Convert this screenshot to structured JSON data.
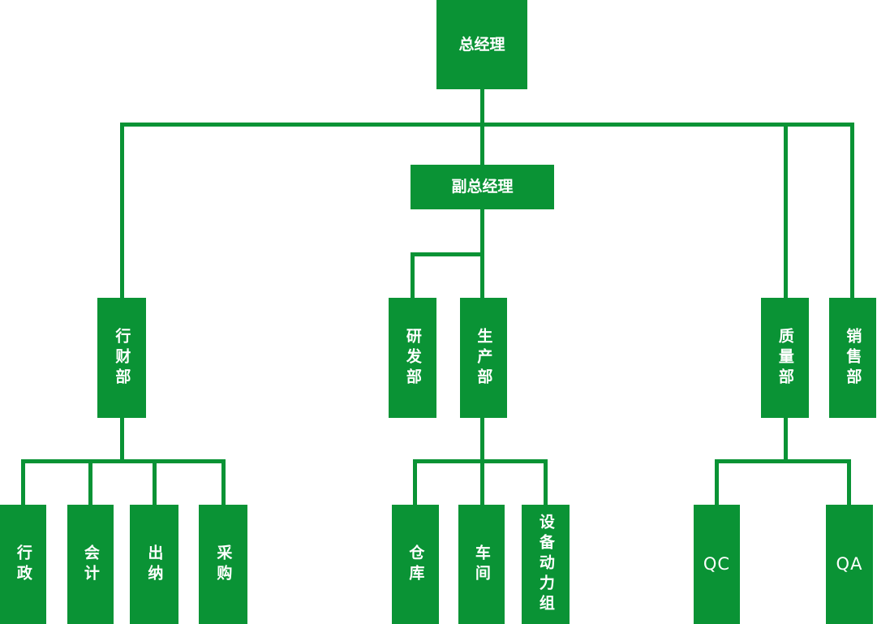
{
  "colors": {
    "node_fill": "#0a9335",
    "connector": "#0a9335",
    "node_text": "#ffffff",
    "background": "#ffffff"
  },
  "nodes": {
    "gm": {
      "label": "总经理"
    },
    "dgm": {
      "label": "副总经理"
    },
    "admin_finance": {
      "label": "行财部"
    },
    "rd": {
      "label": "研发部"
    },
    "production": {
      "label": "生产部"
    },
    "quality": {
      "label": "质量部"
    },
    "sales": {
      "label": "销售部"
    },
    "admin": {
      "label": "行政"
    },
    "accounting": {
      "label": "会计"
    },
    "cashier": {
      "label": "出纳"
    },
    "procurement": {
      "label": "采购"
    },
    "warehouse": {
      "label": "仓库"
    },
    "workshop": {
      "label": "车间"
    },
    "equipment_power": {
      "label": "设备动力组"
    },
    "qc": {
      "label": "QC"
    },
    "qa": {
      "label": "QA"
    }
  },
  "hierarchy": {
    "总经理": [
      "行财部",
      "副总经理",
      "质量部",
      "销售部"
    ],
    "副总经理": [
      "研发部",
      "生产部"
    ],
    "行财部": [
      "行政",
      "会计",
      "出纳",
      "采购"
    ],
    "生产部": [
      "仓库",
      "车间",
      "设备动力组"
    ],
    "质量部": [
      "QC",
      "QA"
    ]
  }
}
